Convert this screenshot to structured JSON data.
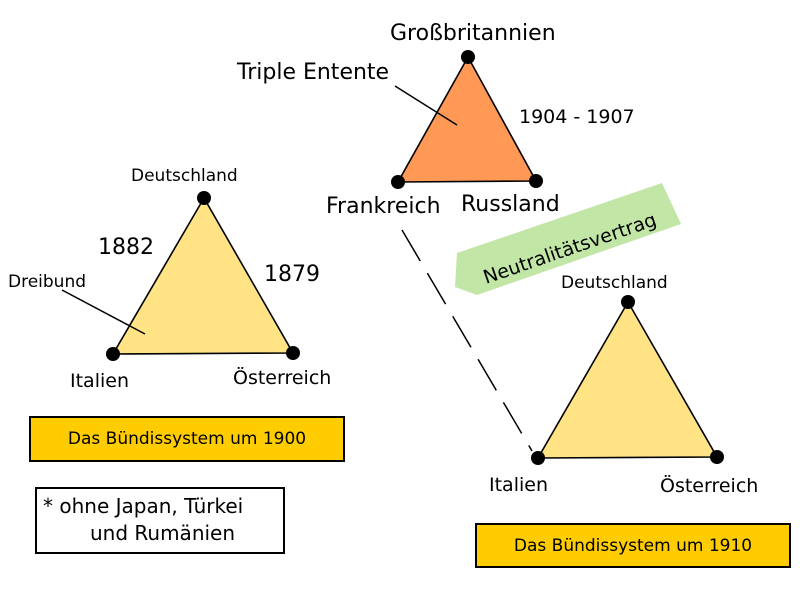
{
  "colors": {
    "triangle_yellow": "#ffe385",
    "triangle_orange": "#ff9955",
    "caption_bg": "#ffcc00",
    "arrow_green": "#c2e6a6"
  },
  "dreibund": {
    "label": "Dreibund",
    "top": "Deutschland",
    "left": "Italien",
    "right": "Österreich",
    "year_left_side": "1882",
    "year_right_side": "1879",
    "caption": "Das Bündissystem um 1900"
  },
  "entente": {
    "label": "Triple Entente",
    "top": "Großbritannien",
    "left": "Frankreich",
    "right": "Russland",
    "years": "1904 - 1907"
  },
  "system_1910": {
    "top": "Deutschland",
    "left": "Italien",
    "right": "Österreich",
    "arrow_label": "Neutralitätsvertrag",
    "caption": "Das Bündissystem um 1910"
  },
  "note": {
    "line1": "* ohne Japan, Türkei",
    "line2": "und Rumänien"
  }
}
